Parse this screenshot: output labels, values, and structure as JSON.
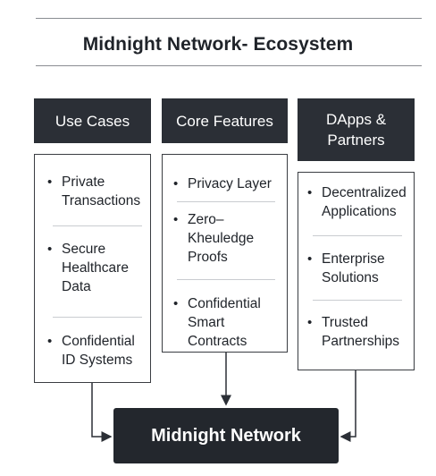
{
  "title": "Midnight Network- Ecosystem",
  "columns": [
    {
      "header": "Use Cases",
      "items": [
        "Private Transactions",
        "Secure Healthcare Data",
        "Confidential ID Systems"
      ]
    },
    {
      "header": "Core Features",
      "items": [
        "Privacy Layer",
        "Zero– Kheuledge Proofs",
        "Confidential Smart Contracts"
      ]
    },
    {
      "header": "DApps & Partners",
      "items": [
        "Decentralized Applications",
        "Enterprise Solutions",
        "Trusted Partnerships"
      ]
    }
  ],
  "bottom": "Midnight Network",
  "colors": {
    "header_bg": "#2b2f36",
    "bottom_bg": "#23272d",
    "border": "#3a3d42"
  }
}
